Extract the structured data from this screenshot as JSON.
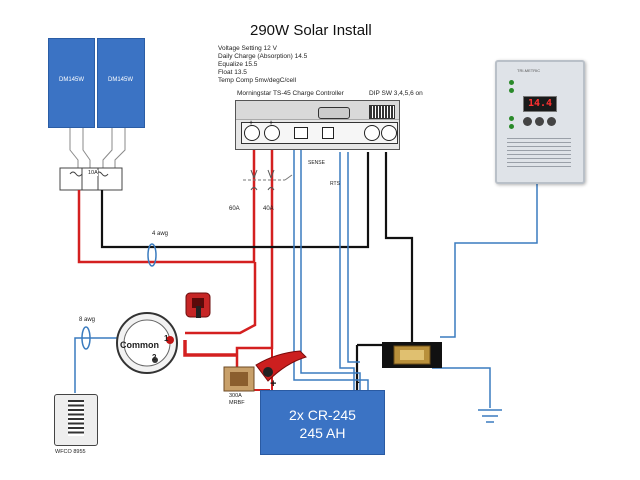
{
  "title": "290W Solar Install",
  "specs": [
    "Voltage Setting  12 V",
    "Daily Charge (Absorption) 14.5",
    "Equalize 15.5",
    "Float 13.5",
    "Temp Comp 5mv/degC/cell"
  ],
  "controller": {
    "name": "Morningstar TS-45 Charge Controller",
    "dip": "DIP SW 3,4,5,6  on",
    "sense": "SENSE",
    "rts": "RTS"
  },
  "panels": [
    {
      "label": "DM145W"
    },
    {
      "label": "DM145W"
    }
  ],
  "combiner_fuse": "10A",
  "breakers": [
    "60A",
    "40A"
  ],
  "wire_labels": {
    "four_awg": "4 awg",
    "eight_awg": "8 awg"
  },
  "switch": {
    "common": "Common",
    "pos1": "1",
    "pos2": "2"
  },
  "fuse_block": {
    "line1": "300A",
    "line2": "MRBF"
  },
  "distribution": {
    "label": "WFCO 8955"
  },
  "battery": {
    "line1": "2x CR-245",
    "line2": "245 AH",
    "plus": "+",
    "minus": "-"
  },
  "meter": {
    "reading": "14.4",
    "brand": "TRI-METRIC"
  },
  "terminal_plus": "+",
  "colors": {
    "positive": "#d42020",
    "negative": "#111111",
    "signal": "#3a7bbf",
    "panel": "#3b73c4"
  }
}
